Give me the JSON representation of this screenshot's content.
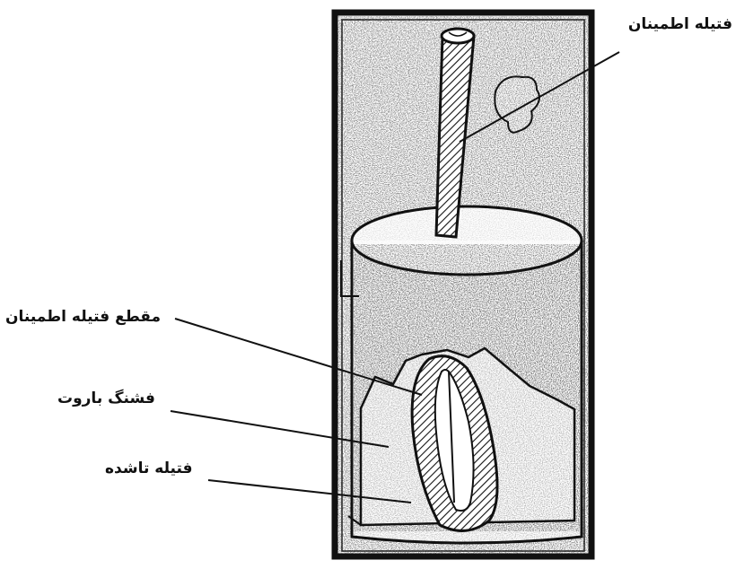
{
  "labels": {
    "safety_fuse": "فتیله اطمینان",
    "fuse_section": "مقطع فتیله اطمینان",
    "powder_cartridge": "فشنگ باروت",
    "detonator": "فتیله تاشده"
  },
  "colors": {
    "ink": "#111111",
    "paper": "#ffffff"
  }
}
